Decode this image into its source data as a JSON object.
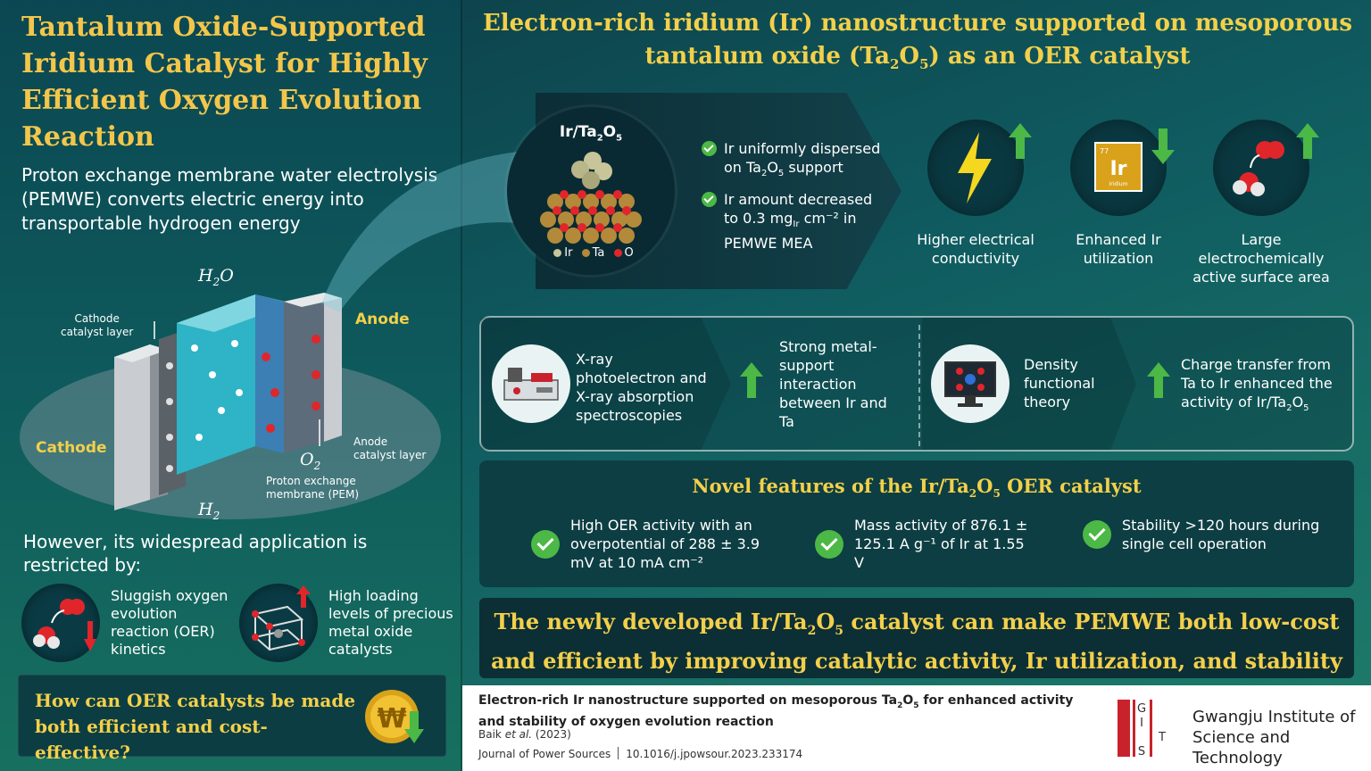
{
  "left": {
    "title": "Tantalum Oxide-Supported Iridium Catalyst for Highly Efficient Oxygen Evolution Reaction",
    "intro": "Proton exchange membrane water electrolysis (PEMWE) converts electric energy into transportable hydrogen energy",
    "diagram": {
      "h2o_main": "H",
      "h2o_sub": "2",
      "h2o_end": "O",
      "o2_main": "O",
      "o2_sub": "2",
      "h2_main": "H",
      "h2_sub": "2",
      "cathode_layer_l1": "Cathode",
      "cathode_layer_l2": "catalyst layer",
      "anode": "Anode",
      "cathode": "Cathode",
      "anode_layer_l1": "Anode",
      "anode_layer_l2": "catalyst layer",
      "pem_l1": "Proton exchange",
      "pem_l2": "membrane (PEM)"
    },
    "restricted": "However, its widespread application is restricted by:",
    "limitation_1": "Sluggish oxygen evolution reaction (OER) kinetics",
    "limitation_2": "High loading levels of precious metal oxide catalysts",
    "question": "How can OER catalysts be made both efficient and cost-effective?",
    "coin_symbol": "₩"
  },
  "header": {
    "line1": "Electron-rich iridium (Ir) nanostructure supported on mesoporous",
    "line2_a": "tantalum oxide (Ta",
    "line2_sub1": "2",
    "line2_b": "O",
    "line2_sub2": "5",
    "line2_c": ") as an OER catalyst"
  },
  "catalyst": {
    "title_a": "Ir/Ta",
    "title_sub1": "2",
    "title_b": "O",
    "title_sub2": "5",
    "legend_ir": "Ir",
    "legend_ta": "Ta",
    "legend_o": "O",
    "bullet1_a": "Ir uniformly dispersed on Ta",
    "bullet1_sub1": "2",
    "bullet1_b": "O",
    "bullet1_sub2": "5",
    "bullet1_c": " support",
    "bullet2_a": "Ir amount decreased to 0.3 mg",
    "bullet2_sub": "Ir",
    "bullet2_b": " cm⁻² in PEMWE MEA"
  },
  "properties": [
    {
      "label": "Higher electrical conductivity"
    },
    {
      "label": "Enhanced Ir utilization"
    },
    {
      "label": "Large electrochemically active surface area"
    }
  ],
  "ir_tile": {
    "number": "77",
    "symbol": "Ir",
    "name": "Iridium"
  },
  "methods": {
    "xray": "X-ray photoelectron and X-ray absorption spectroscopies",
    "xray_result": "Strong metal-support interaction between Ir and Ta",
    "dft": "Density functional theory",
    "dft_result_a": "Charge transfer from Ta to Ir enhanced the activity of Ir/Ta",
    "dft_result_sub1": "2",
    "dft_result_b": "O",
    "dft_result_sub2": "5"
  },
  "features": {
    "title_a": "Novel features of the Ir/Ta",
    "title_sub1": "2",
    "title_b": "O",
    "title_sub2": "5",
    "title_c": " OER catalyst",
    "items": [
      {
        "text": "High OER activity with an overpotential of 288 ± 3.9 mV at 10 mA cm⁻²"
      },
      {
        "text": "Mass activity of 876.1 ± 125.1 A g⁻¹ of Ir at 1.55 V"
      },
      {
        "text": "Stability >120 hours during single cell operation"
      }
    ]
  },
  "conclusion": {
    "a": "The newly developed Ir/Ta",
    "sub1": "2",
    "b": "O",
    "sub2": "5",
    "c": " catalyst can make PEMWE both low-cost and efficient by improving catalytic activity, Ir utilization, and stability"
  },
  "footer": {
    "title_a": "Electron-rich Ir nanostructure supported on mesoporous Ta",
    "title_sub1": "2",
    "title_b": "O",
    "title_sub2": "5",
    "title_c": " for enhanced activity and stability of oxygen evolution reaction",
    "authors_a": "Baik ",
    "authors_etal": "et al.",
    "authors_year": " (2023)",
    "journal": "Journal of Power Sources",
    "doi": "10.1016/j.jpowsour.2023.233174",
    "logo_letters": [
      "G",
      "I",
      "S",
      "T"
    ],
    "institute_l1": "Gwangju Institute of",
    "institute_l2": "Science and Technology"
  },
  "colors": {
    "accent_yellow": "#f3d04a",
    "title_orange": "#f3c64a",
    "check_green": "#4cb845",
    "arrow_red": "#e0262b",
    "gist_red": "#c8232c"
  }
}
